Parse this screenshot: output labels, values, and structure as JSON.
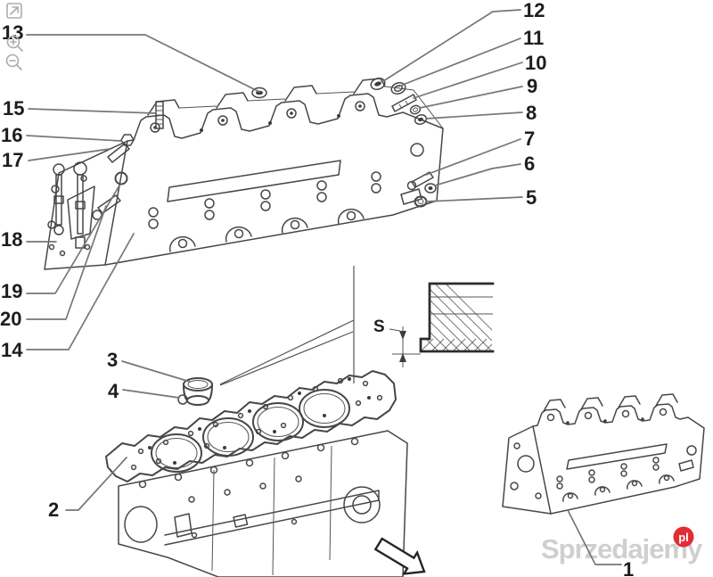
{
  "diagram": {
    "title_hint": "engine cylinder head and block exploded parts diagram",
    "callouts": {
      "n1": "1",
      "n2": "2",
      "n3": "3",
      "n4": "4",
      "n5": "5",
      "n6": "6",
      "n7": "7",
      "n8": "8",
      "n9": "9",
      "n10": "10",
      "n11": "11",
      "n12": "12",
      "n13": "13",
      "n14": "14",
      "n15": "15",
      "n16": "16",
      "n17": "17",
      "n18": "18",
      "n19": "19",
      "n20": "20"
    },
    "section_label": "S"
  },
  "watermark": {
    "name": "Sprzedajemy",
    "tld": "pl",
    "badge_color": "#e12d35",
    "text_color": "#c2c2c2"
  },
  "viewer": {
    "icons": [
      "fullscreen-icon",
      "zoom-in-icon",
      "zoom-out-icon"
    ]
  }
}
